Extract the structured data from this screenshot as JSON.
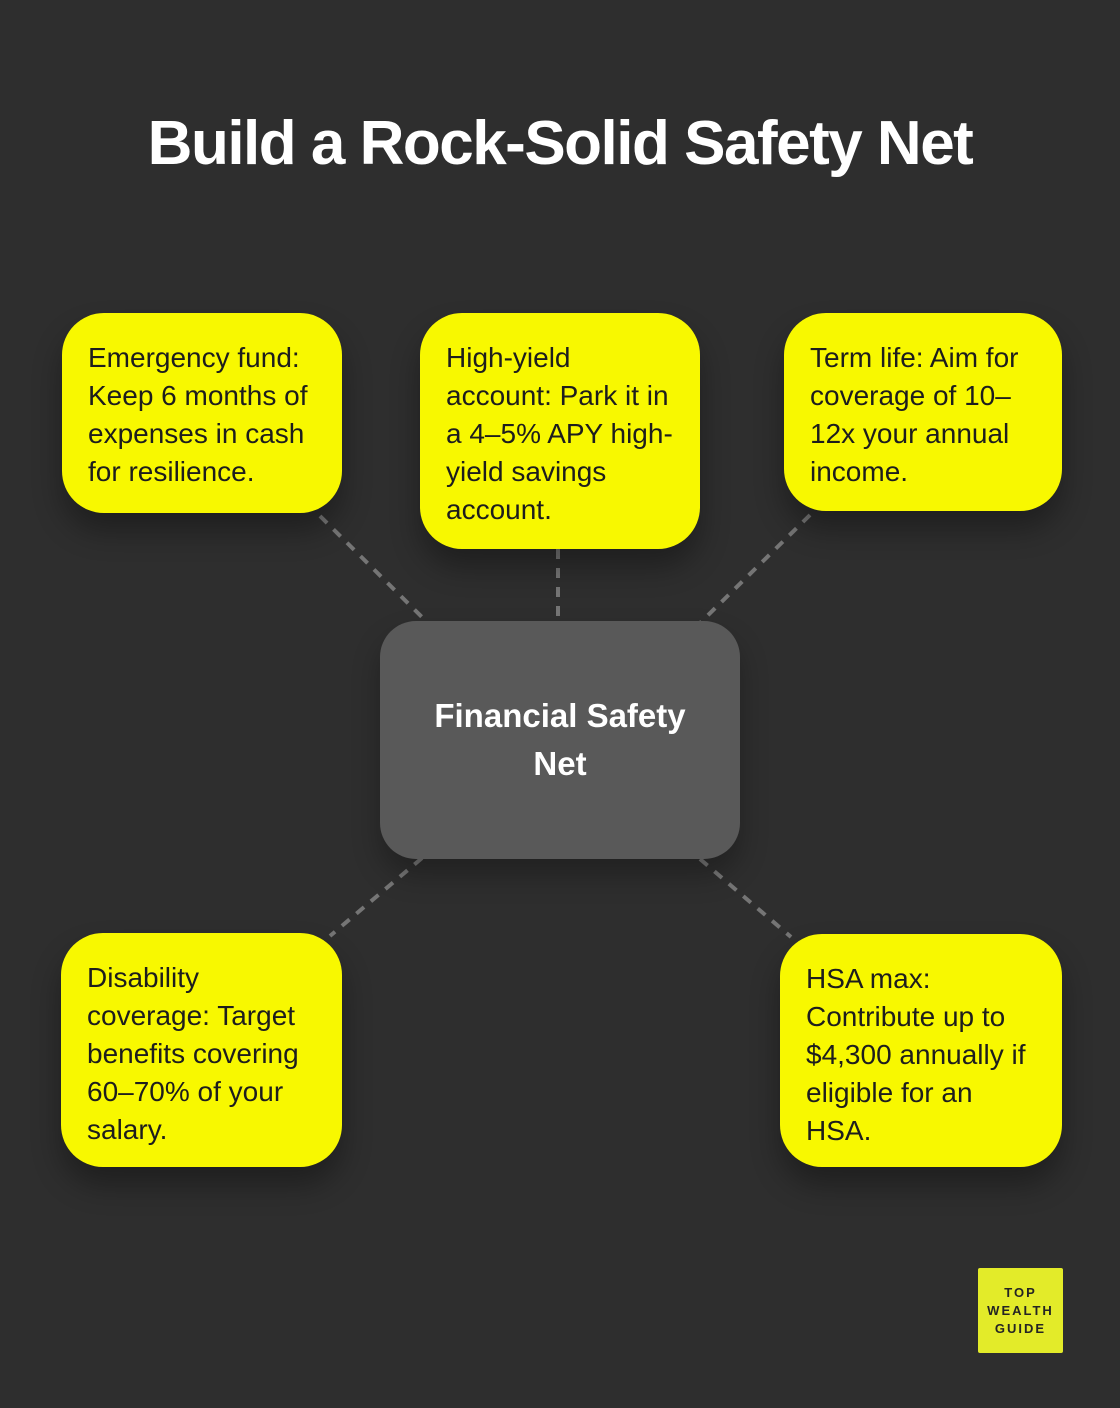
{
  "title": "Build a Rock-Solid Safety Net",
  "center": {
    "label": "Financial Safety Net"
  },
  "nodes": [
    {
      "id": "emergency-fund",
      "text": "Emergency fund: Keep 6 months of expenses in cash for resilience."
    },
    {
      "id": "high-yield-account",
      "text": "High-yield account: Park it in a 4–5% APY high-yield savings account."
    },
    {
      "id": "term-life",
      "text": "Term life: Aim for coverage of 10–12x your annual income."
    },
    {
      "id": "disability-coverage",
      "text": "Disability coverage: Target benefits covering 60–70% of your salary."
    },
    {
      "id": "hsa-max",
      "text": "HSA max: Contribute up to $4,300 annually if eligible for an HSA."
    }
  ],
  "logo": {
    "lines": [
      "TOP",
      "WEALTH",
      "GUIDE"
    ]
  },
  "colors": {
    "background": "#2e2e2e",
    "node_yellow": "#f8f800",
    "center_gray": "#595959",
    "connector_gray": "#757575",
    "title_white": "#ffffff",
    "node_text": "#1d1d1d",
    "logo_yellow": "#e3eb29"
  }
}
